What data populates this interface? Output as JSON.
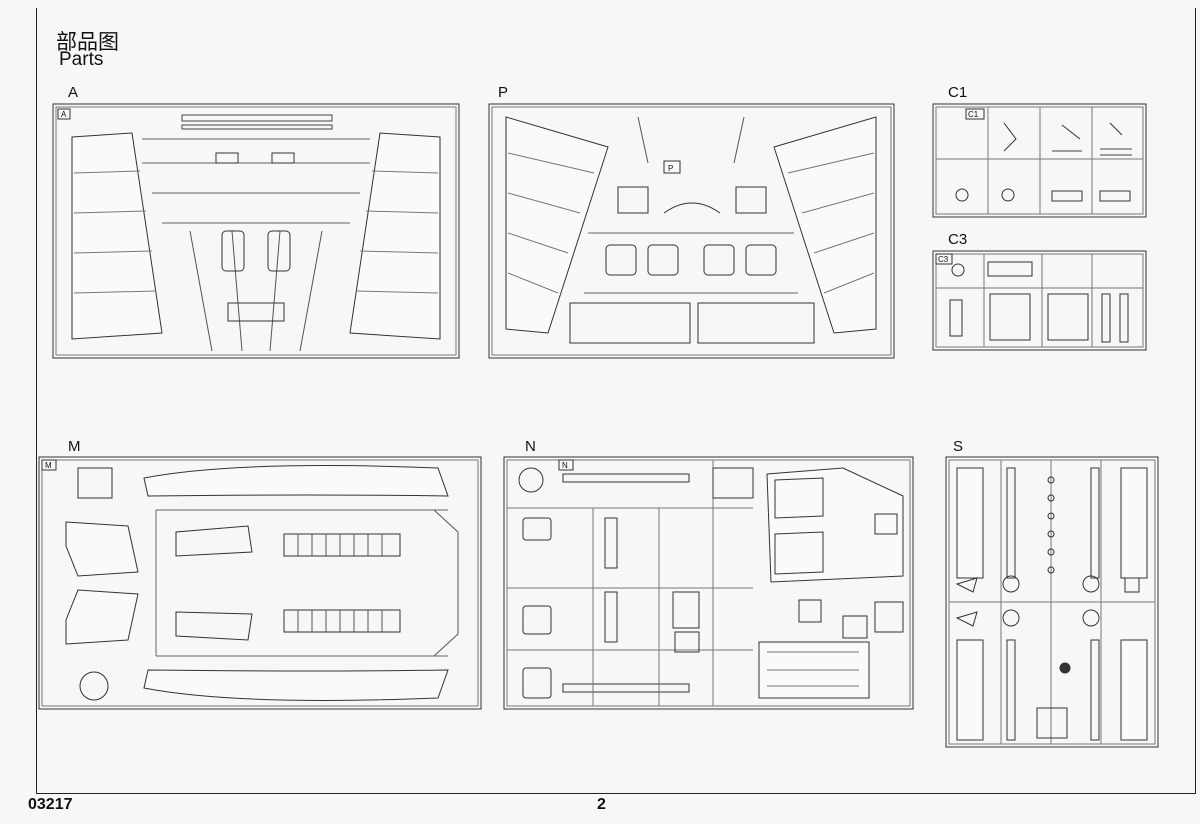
{
  "header": {
    "title_cn": "部品图",
    "title_en": "Parts"
  },
  "sprues": {
    "A": {
      "label": "A",
      "tag": "A"
    },
    "P": {
      "label": "P",
      "tag": "P"
    },
    "C1": {
      "label": "C1",
      "tag": "C1"
    },
    "C3": {
      "label": "C3",
      "tag": "C3"
    },
    "M": {
      "label": "M",
      "tag": "M"
    },
    "N": {
      "label": "N",
      "tag": "N"
    },
    "S": {
      "label": "S"
    }
  },
  "footer": {
    "product_code": "03217",
    "page_number": "2"
  }
}
